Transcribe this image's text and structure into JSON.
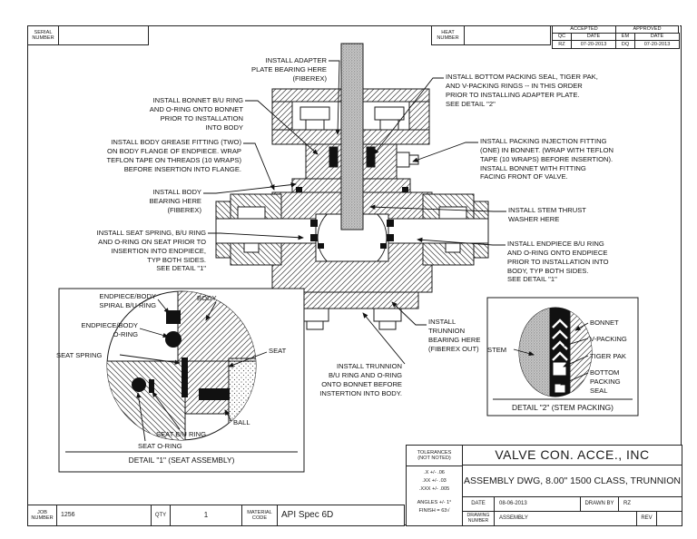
{
  "sheet": {
    "serial_label": "SERIAL\nNUMBER",
    "serial_value": "",
    "heat_label": "HEAT\nNUMBER",
    "heat_value": "",
    "job_label": "JOB\nNUMBER",
    "job_value": "1256",
    "qty_label": "QTY",
    "qty_value": "1",
    "material_label": "MATERIAL\nCODE",
    "material_value": "API Spec 6D"
  },
  "approval": {
    "accepted": "ACCEPTED",
    "approved": "APPROVED",
    "qc": "QC",
    "em": "EM",
    "date": "DATE",
    "qc_initials": "RZ",
    "qc_date": "07-20-2013",
    "em_initials": "DQ",
    "em_date": "07-20-2013"
  },
  "titleblock": {
    "tolerances_header": "TOLERANCES\n(NOT NOTED)",
    "tol_x": ".X  +/- .06",
    "tol_xx": ".XX +/- .03",
    "tol_xxx": ".XXX +/- .005",
    "tol_angles": "ANGLES +/- 1°",
    "tol_finish": "FINISH = 63",
    "company": "VALVE CON. ACCE., INC",
    "drawing_title": "ASSEMBLY DWG, 8.00\" 1500 CLASS, TRUNNION",
    "date_label": "DATE",
    "date_value": "08-06-2013",
    "drawn_by_label": "DRAWN BY",
    "drawn_by_value": "RZ",
    "drawing_number_label": "DRAWING\nNUMBER",
    "drawing_number_value": "ASSEMBLY",
    "rev_label": "REV",
    "rev_value": ""
  },
  "icons": {
    "finish_check": "√"
  },
  "callouts": {
    "adapter_plate": "INSTALL ADAPTER\nPLATE BEARING HERE\n(FIBEREX)",
    "bonnet_bu_ring": "INSTALL BONNET B/U RING\nAND O-RING ONTO BONNET\nPRIOR TO INSTALLATION\nINTO BODY",
    "grease_fitting": "INSTALL BODY GREASE FITTING (TWO)\nON BODY FLANGE OF ENDPIECE.  WRAP\nTEFLON TAPE ON THREADS (10 WRAPS)\nBEFORE INSERTION INTO FLANGE.",
    "body_bearing": "INSTALL BODY\nBEARING HERE\n(FIBEREX)",
    "seat_spring": "INSTALL SEAT SPRING, B/U RING\nAND O-RING ON SEAT PRIOR TO\nINSERTION INTO ENDPIECE,\nTYP BOTH SIDES.\nSEE DETAIL \"1\"",
    "bottom_packing": "INSTALL BOTTOM PACKING SEAL, TIGER PAK,\nAND V-PACKING RINGS -- IN THIS ORDER\nPRIOR TO INSTALLING ADAPTER PLATE.\nSEE DETAIL \"2\"",
    "injection_fitting": "INSTALL PACKING INJECTION FITTING\n(ONE) IN BONNET.  (WRAP WITH TEFLON\nTAPE (10 WRAPS) BEFORE INSERTION).\nINSTALL BONNET WITH FITTING\nFACING FRONT OF VALVE.",
    "thrust_washer": "INSTALL STEM THRUST\nWASHER HERE",
    "endpiece_bu_ring": "INSTALL ENDPIECE B/U RING\nAND O-RING ONTO ENDPIECE\nPRIOR TO INSTALLATION INTO\nBODY, TYP BOTH SIDES.\nSEE DETAIL \"1\"",
    "trunnion_bearing": "INSTALL\nTRUNNION\nBEARING HERE\n(FIBEREX OUT)",
    "trunnion_bu_ring": "INSTALL TRUNNION\nB/U RING AND O-RING\nONTO BONNET BEFORE\nINSTERTION INTO BODY."
  },
  "detail1": {
    "caption": "DETAIL \"1\" (SEAT ASSEMBLY)",
    "labels": {
      "spiral_bu_ring": "ENDPIECE/BODY\nSPIRAL B/U RING",
      "body": "BODY",
      "o_ring": "ENDPIECE/BODY\nO-RING",
      "seat_spring": "SEAT SPRING",
      "seat": "SEAT",
      "ball": "BALL",
      "seat_bu_ring": "SEAT B/U RING",
      "seat_o_ring": "SEAT O-RING"
    }
  },
  "detail2": {
    "caption": "DETAIL \"2\" (STEM PACKING)",
    "labels": {
      "stem": "STEM",
      "bonnet": "BONNET",
      "v_packing": "V-PACKING",
      "tiger_pak": "TIGER PAK",
      "bottom_packing_seal": "BOTTOM\nPACKING\nSEAL"
    }
  },
  "colors": {
    "line": "#1a1a1a",
    "paper": "#ffffff",
    "stipple": "#c8c8c8"
  }
}
